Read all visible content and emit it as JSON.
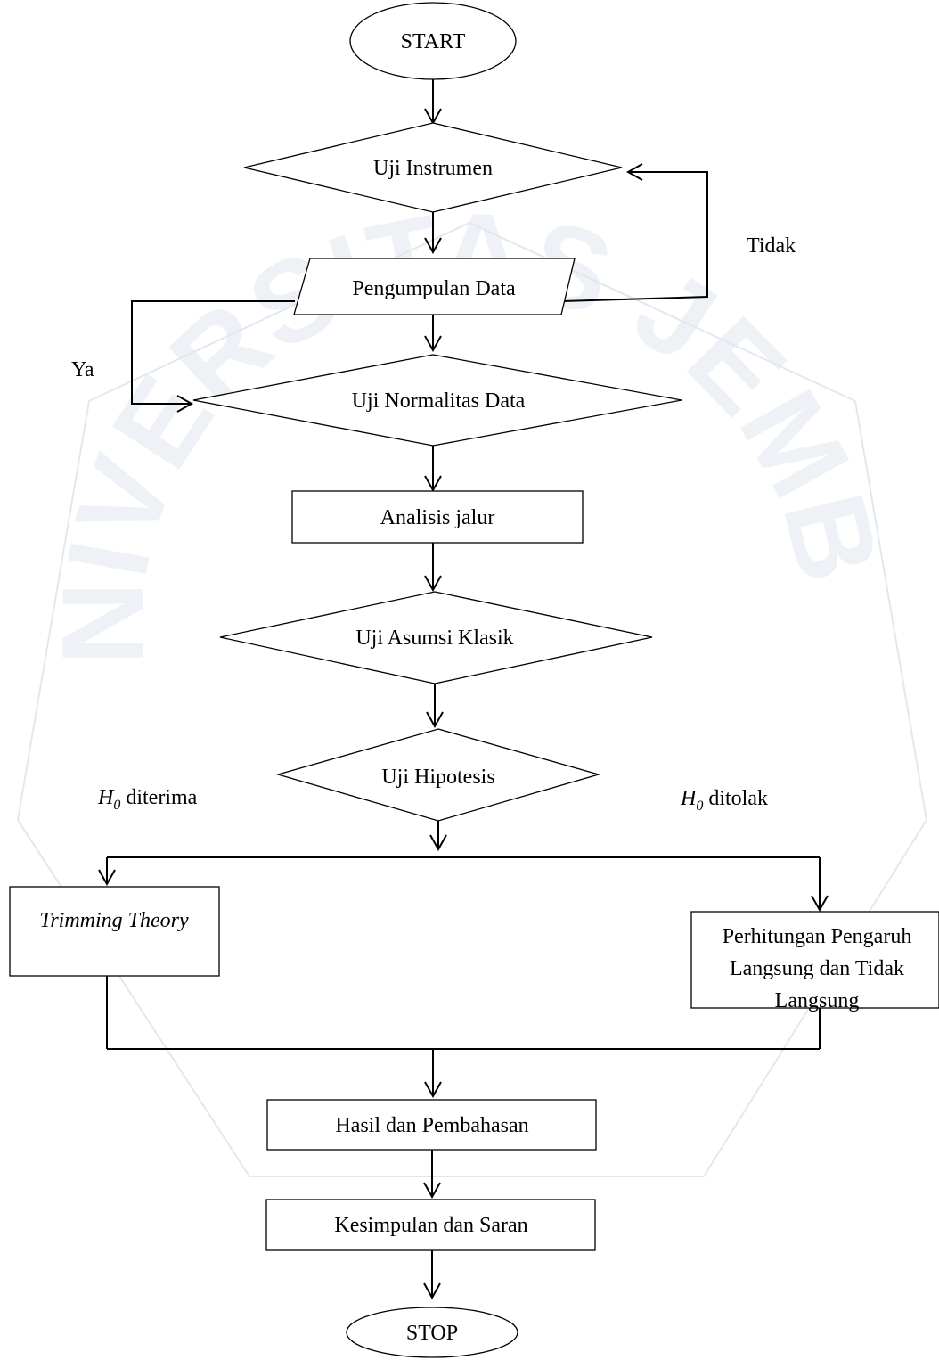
{
  "nodes": {
    "start": "START",
    "uji_instrumen": "Uji Instrumen",
    "pengumpulan_data": "Pengumpulan Data",
    "uji_normalitas": "Uji Normalitas Data",
    "analisis_jalur": "Analisis jalur",
    "uji_asumsi": "Uji Asumsi Klasik",
    "uji_hipotesis": "Uji Hipotesis",
    "trimming": "Trimming Theory",
    "perhitungan_line1": "Perhitungan Pengaruh",
    "perhitungan_line2": "Langsung dan Tidak",
    "perhitungan_line3": "Langsung",
    "hasil": "Hasil dan Pembahasan",
    "kesimpulan": "Kesimpulan dan Saran",
    "stop": "STOP"
  },
  "edge_labels": {
    "tidak": "Tidak",
    "ya": "Ya",
    "h0_symbol": "H",
    "h0_subscript": "0",
    "diterima": "diterima",
    "ditolak": "ditolak"
  },
  "watermark": {
    "text": "UNIVERSITAS JEMBER"
  }
}
